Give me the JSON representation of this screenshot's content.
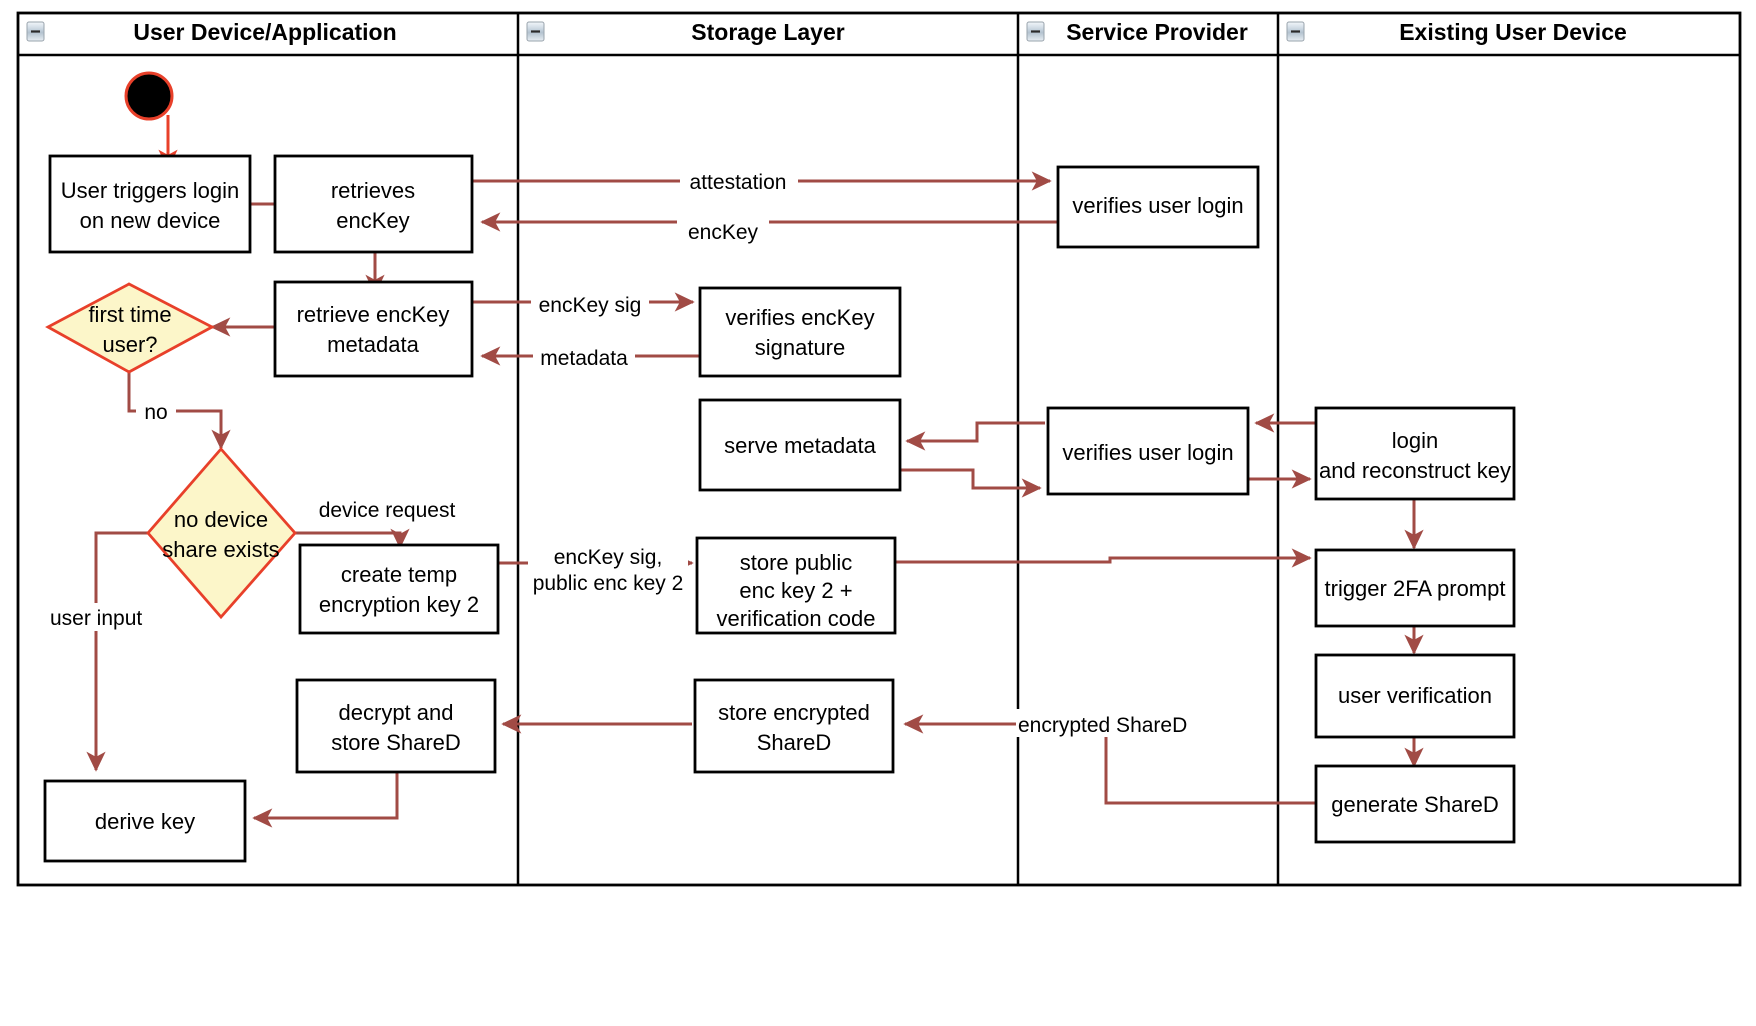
{
  "diagram": {
    "type": "uml-activity-swimlane",
    "title": "Key recovery login flow across swimlanes",
    "colors": {
      "activity_border": "#000000",
      "activity_fill": "#ffffff",
      "decision_border": "#e8402a",
      "decision_fill": "#fcf6c9",
      "flow_arrow": "#a14b45",
      "start_node_fill": "#000000",
      "start_node_border": "#e8402a",
      "lane_border": "#000000",
      "canvas": "#ffffff"
    },
    "lanes": [
      {
        "id": "lane-user-device",
        "label": "User Device/Application",
        "collapse_icon": "minus-icon"
      },
      {
        "id": "lane-storage",
        "label": "Storage Layer",
        "collapse_icon": "minus-icon"
      },
      {
        "id": "lane-service-provider",
        "label": "Service Provider",
        "collapse_icon": "minus-icon"
      },
      {
        "id": "lane-existing-device",
        "label": "Existing User Device",
        "collapse_icon": "minus-icon"
      }
    ],
    "nodes": [
      {
        "id": "start",
        "lane": "lane-user-device",
        "shape": "initial-node",
        "label": ""
      },
      {
        "id": "n-user-triggers-login",
        "lane": "lane-user-device",
        "shape": "activity",
        "label_lines": [
          "User triggers login",
          "on new device"
        ]
      },
      {
        "id": "n-retrieves-enckey",
        "lane": "lane-user-device",
        "shape": "activity",
        "label_lines": [
          "retrieves",
          "encKey"
        ]
      },
      {
        "id": "n-retrieve-enckey-metadata",
        "lane": "lane-user-device",
        "shape": "activity",
        "label_lines": [
          "retrieve encKey",
          "metadata"
        ]
      },
      {
        "id": "d-first-time-user",
        "lane": "lane-user-device",
        "shape": "decision",
        "label_lines": [
          "first time",
          "user?"
        ]
      },
      {
        "id": "d-no-device-share-exists",
        "lane": "lane-user-device",
        "shape": "decision",
        "label_lines": [
          "no device",
          "share exists"
        ]
      },
      {
        "id": "n-create-temp-encryption-key-2",
        "lane": "lane-user-device",
        "shape": "activity",
        "label_lines": [
          "create temp",
          "encryption key 2"
        ]
      },
      {
        "id": "n-decrypt-and-store-shared",
        "lane": "lane-user-device",
        "shape": "activity",
        "label_lines": [
          "decrypt and",
          "store ShareD"
        ]
      },
      {
        "id": "n-derive-key",
        "lane": "lane-user-device",
        "shape": "activity",
        "label_lines": [
          "derive key"
        ]
      },
      {
        "id": "n-verifies-enckey-signature",
        "lane": "lane-storage",
        "shape": "activity",
        "label_lines": [
          "verifies encKey",
          "signature"
        ]
      },
      {
        "id": "n-serve-metadata",
        "lane": "lane-storage",
        "shape": "activity",
        "label_lines": [
          "serve metadata"
        ]
      },
      {
        "id": "n-store-public-enc-key-2",
        "lane": "lane-storage",
        "shape": "activity",
        "label_lines": [
          "store public",
          "enc key 2 +",
          "verification code"
        ]
      },
      {
        "id": "n-store-encrypted-shared",
        "lane": "lane-storage",
        "shape": "activity",
        "label_lines": [
          "store encrypted",
          "ShareD"
        ]
      },
      {
        "id": "n-verifies-user-login-1",
        "lane": "lane-service-provider",
        "shape": "activity",
        "label_lines": [
          "verifies user login"
        ]
      },
      {
        "id": "n-verifies-user-login-2",
        "lane": "lane-service-provider",
        "shape": "activity",
        "label_lines": [
          "verifies user login"
        ]
      },
      {
        "id": "n-login-and-reconstruct-key",
        "lane": "lane-existing-device",
        "shape": "activity",
        "label_lines": [
          "login",
          "and reconstruct key"
        ]
      },
      {
        "id": "n-trigger-2fa-prompt",
        "lane": "lane-existing-device",
        "shape": "activity",
        "label_lines": [
          "trigger 2FA prompt"
        ]
      },
      {
        "id": "n-user-verification",
        "lane": "lane-existing-device",
        "shape": "activity",
        "label_lines": [
          "user verification"
        ]
      },
      {
        "id": "n-generate-shared",
        "lane": "lane-existing-device",
        "shape": "activity",
        "label_lines": [
          "generate ShareD"
        ]
      }
    ],
    "edges": [
      {
        "id": "e-attestation",
        "from": "n-retrieves-enckey",
        "to": "n-verifies-user-login-1",
        "label": "attestation"
      },
      {
        "id": "e-enckey",
        "from": "n-verifies-user-login-1",
        "to": "n-retrieves-enckey",
        "label": "encKey"
      },
      {
        "id": "e-enckey-sig",
        "from": "n-retrieve-enckey-metadata",
        "to": "n-verifies-enckey-signature",
        "label": "encKey sig"
      },
      {
        "id": "e-metadata",
        "from": "n-verifies-enckey-signature",
        "to": "n-retrieve-enckey-metadata",
        "label": "metadata"
      },
      {
        "id": "e-no",
        "from": "d-first-time-user",
        "to": "d-no-device-share-exists",
        "label": "no"
      },
      {
        "id": "e-device-request",
        "from": "d-no-device-share-exists",
        "to": "n-create-temp-encryption-key-2",
        "label": "device request"
      },
      {
        "id": "e-user-input",
        "from": "d-no-device-share-exists",
        "to": "n-derive-key",
        "label": "user input"
      },
      {
        "id": "e-enckey-sig-public-enc-key-2",
        "from": "n-create-temp-encryption-key-2",
        "to": "n-store-public-enc-key-2",
        "label_lines": [
          "encKey sig,",
          "public enc key 2"
        ]
      },
      {
        "id": "e-encrypted-shared",
        "from": "n-generate-shared",
        "to": "n-store-encrypted-shared",
        "label": "encrypted ShareD"
      },
      {
        "id": "e-serve-metadata-out",
        "from": "n-serve-metadata",
        "to": "n-verifies-user-login-2",
        "label": ""
      },
      {
        "id": "e-serve-metadata-in",
        "from": "n-verifies-user-login-2",
        "to": "n-serve-metadata",
        "label": ""
      },
      {
        "id": "e-sp-to-existing",
        "from": "n-verifies-user-login-2",
        "to": "n-login-and-reconstruct-key",
        "label": ""
      },
      {
        "id": "e-existing-to-sp",
        "from": "n-login-and-reconstruct-key",
        "to": "n-verifies-user-login-2",
        "label": ""
      },
      {
        "id": "e-store-to-trigger2fa",
        "from": "n-store-public-enc-key-2",
        "to": "n-trigger-2fa-prompt",
        "label": ""
      },
      {
        "id": "e-login-to-2fa",
        "from": "n-login-and-reconstruct-key",
        "to": "n-trigger-2fa-prompt",
        "label": ""
      },
      {
        "id": "e-2fa-to-userverif",
        "from": "n-trigger-2fa-prompt",
        "to": "n-user-verification",
        "label": ""
      },
      {
        "id": "e-userverif-to-gen",
        "from": "n-user-verification",
        "to": "n-generate-shared",
        "label": ""
      },
      {
        "id": "e-store-to-decrypt",
        "from": "n-store-encrypted-shared",
        "to": "n-decrypt-and-store-shared",
        "label": ""
      },
      {
        "id": "e-decrypt-to-derive",
        "from": "n-decrypt-and-store-shared",
        "to": "n-derive-key",
        "label": ""
      },
      {
        "id": "e-start-to-login",
        "from": "start",
        "to": "n-user-triggers-login",
        "label": ""
      },
      {
        "id": "e-login-to-retrieves",
        "from": "n-user-triggers-login",
        "to": "n-retrieves-enckey",
        "label": ""
      },
      {
        "id": "e-retrieves-to-metadata",
        "from": "n-retrieves-enckey",
        "to": "n-retrieve-enckey-metadata",
        "label": ""
      }
    ],
    "labels": {
      "lane1": "User Device/Application",
      "lane2": "Storage Layer",
      "lane3": "Service Provider",
      "lane4": "Existing User Device",
      "user_triggers_login_1": "User triggers login",
      "user_triggers_login_2": "on new device",
      "retrieves_1": "retrieves",
      "retrieves_2": "encKey",
      "retrieve_meta_1": "retrieve encKey",
      "retrieve_meta_2": "metadata",
      "first_time_1": "first time",
      "first_time_2": "user?",
      "no_device_1": "no device",
      "no_device_2": "share exists",
      "create_temp_1": "create temp",
      "create_temp_2": "encryption key 2",
      "decrypt_1": "decrypt and",
      "decrypt_2": "store ShareD",
      "derive_key": "derive key",
      "verifies_sig_1": "verifies encKey",
      "verifies_sig_2": "signature",
      "serve_metadata": "serve metadata",
      "store_public_1": "store public",
      "store_public_2": "enc key 2 +",
      "store_public_3": "verification code",
      "store_enc_1": "store encrypted",
      "store_enc_2": "ShareD",
      "verifies_login_1": "verifies user login",
      "verifies_login_2": "verifies user login",
      "login_recon_1": "login",
      "login_recon_2": "and reconstruct key",
      "trigger_2fa": "trigger 2FA prompt",
      "user_verification": "user verification",
      "generate_shared": "generate ShareD",
      "edge_attestation": "attestation",
      "edge_enckey": "encKey",
      "edge_enckey_sig": "encKey sig",
      "edge_metadata": "metadata",
      "edge_no": "no",
      "edge_device_request": "device request",
      "edge_user_input": "user input",
      "edge_enckeysig2_1": "encKey sig,",
      "edge_enckeysig2_2": "public enc key 2",
      "edge_encrypted_shared": "encrypted ShareD"
    }
  }
}
